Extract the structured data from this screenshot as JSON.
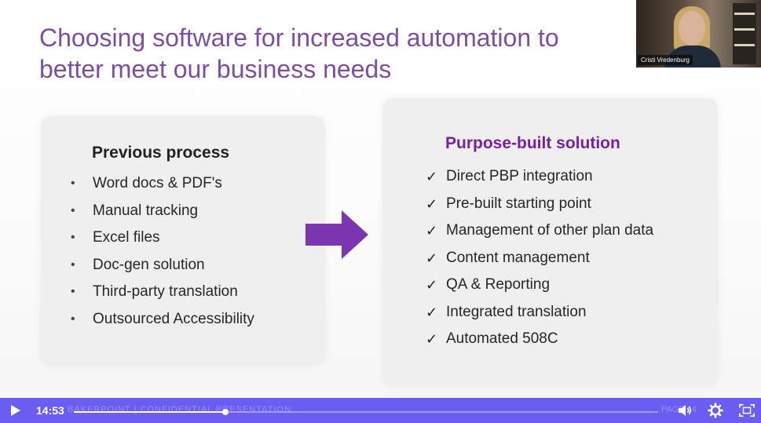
{
  "slide": {
    "title_line1": "Choosing software for increased automation to",
    "title_line2": "better meet our business needs",
    "left_panel": {
      "heading": "Previous process",
      "bullet": "•",
      "items": [
        "Word docs & PDF's",
        "Manual tracking",
        "Excel files",
        "Doc-gen solution",
        "Third-party translation",
        "Outsourced Accessibility"
      ]
    },
    "arrow_icon": "right-arrow-icon",
    "right_panel": {
      "heading": "Purpose-built solution",
      "check": "✓",
      "items": [
        "Direct PBP integration",
        "Pre-built starting point",
        "Management of other plan data",
        "Content management",
        "QA & Reporting",
        "Integrated translation",
        "Automated 508C"
      ]
    },
    "colors": {
      "title": "#7b4f9d",
      "accent_heading": "#7a1fa2",
      "arrow": "#7b35b0"
    }
  },
  "webcam": {
    "name": "Cristi Vredenburg"
  },
  "player": {
    "time": "14:53",
    "progress_fraction": 0.26,
    "footer_ghost": "BAKERPOINT  |  CONFIDENTIAL PRESENTATION",
    "page_ghost": "PAGE 14",
    "icons": [
      "play-icon",
      "volume-icon",
      "settings-gear-icon",
      "fullscreen-icon"
    ],
    "bar_color": "#6a5ef0"
  }
}
